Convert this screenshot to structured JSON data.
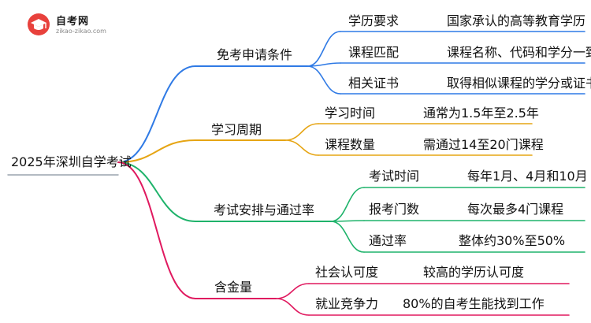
{
  "logo": {
    "name": "自考网",
    "url": "zikao-zikao.com"
  },
  "root": "2025年深圳自学考试",
  "branches": [
    {
      "label": "免考申请条件",
      "color": "#2f7ae5",
      "children": [
        {
          "key": "学历要求",
          "value": "国家承认的高等教育学历"
        },
        {
          "key": "课程匹配",
          "value": "课程名称、代码和学分一致"
        },
        {
          "key": "相关证书",
          "value": "取得相似课程的学分或证书"
        }
      ]
    },
    {
      "label": "学习周期",
      "color": "#e6a514",
      "children": [
        {
          "key": "学习时间",
          "value": "通常为1.5年至2.5年"
        },
        {
          "key": "课程数量",
          "value": "需通过14至20门课程"
        }
      ]
    },
    {
      "label": "考试安排与通过率",
      "color": "#1fb36b",
      "children": [
        {
          "key": "考试时间",
          "value": "每年1月、4月和10月"
        },
        {
          "key": "报考门数",
          "value": "每次最多4门课程"
        },
        {
          "key": "通过率",
          "value": "整体约30%至50%"
        }
      ]
    },
    {
      "label": "含金量",
      "color": "#e0195f",
      "children": [
        {
          "key": "社会认可度",
          "value": "较高的学历认可度"
        },
        {
          "key": "就业竞争力",
          "value": "80%的自考生能找到工作"
        }
      ]
    }
  ]
}
